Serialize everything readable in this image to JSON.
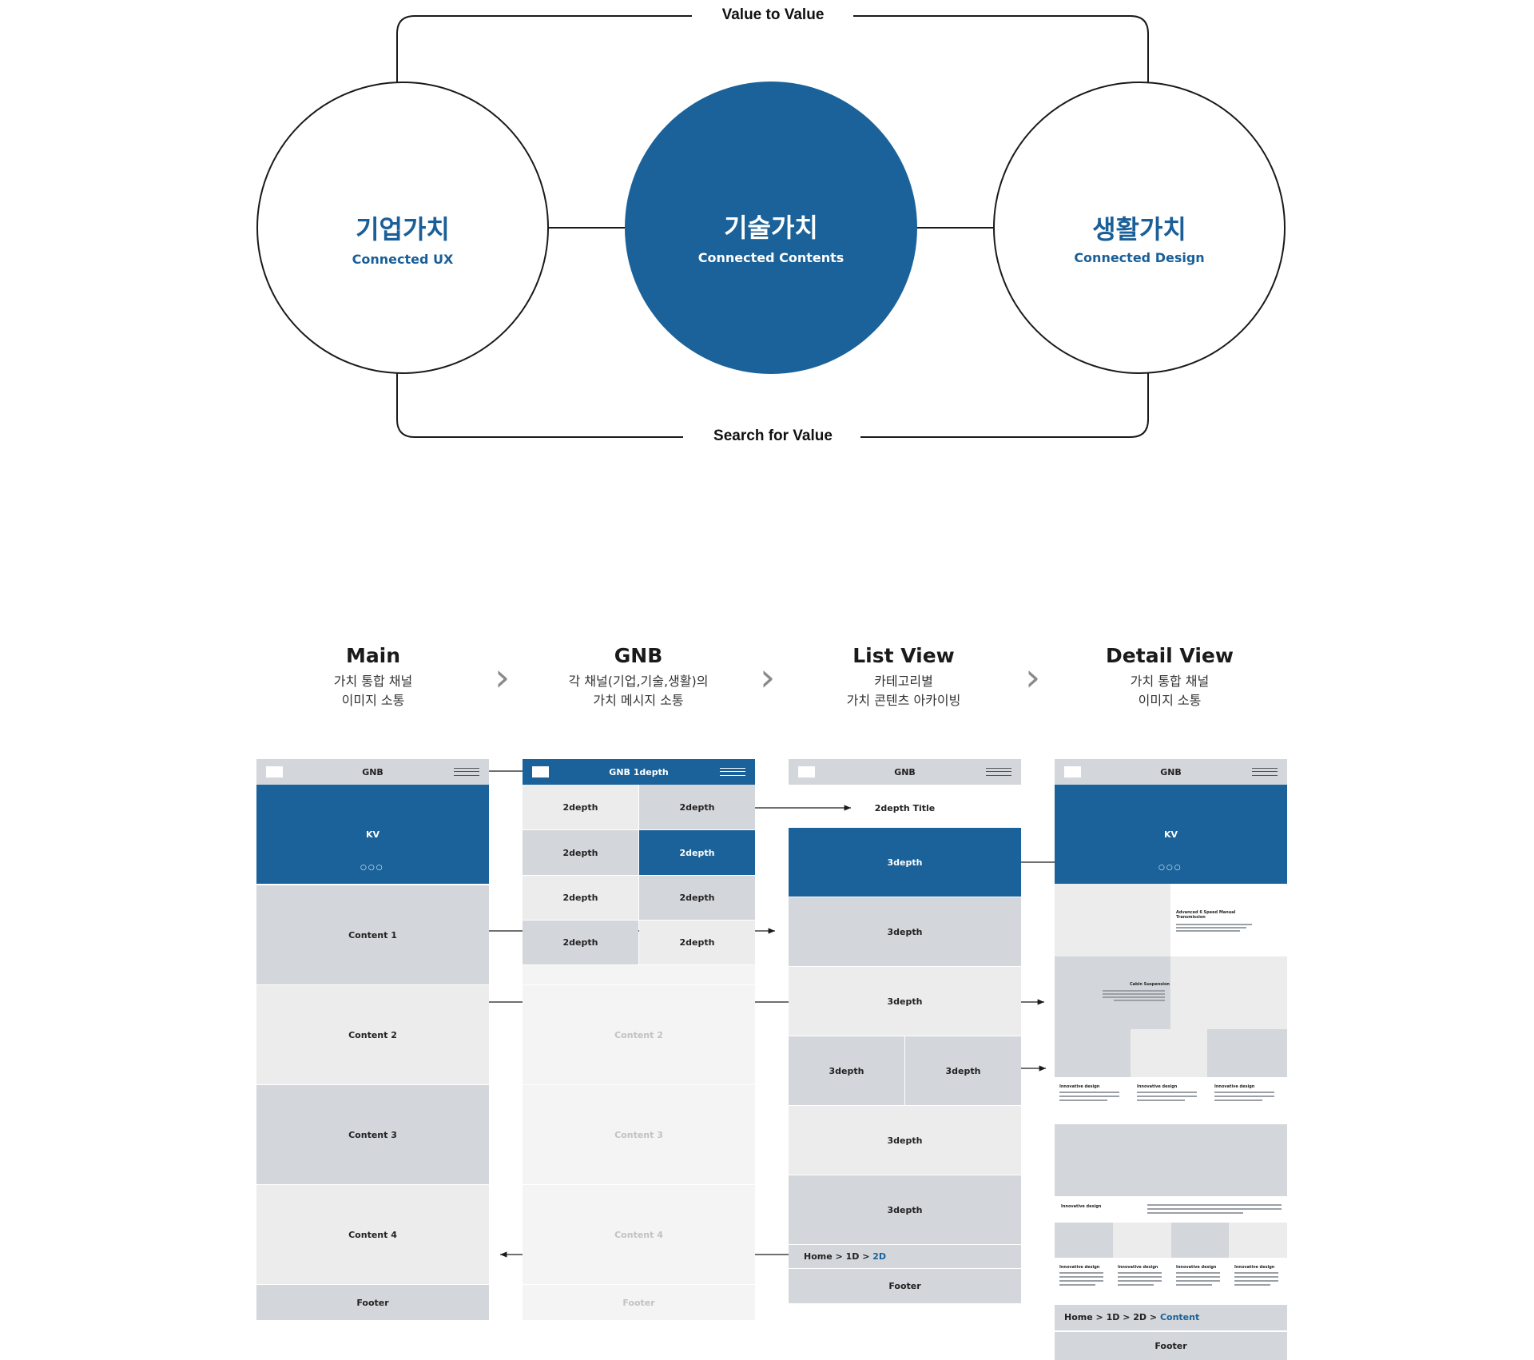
{
  "value_loop": {
    "top_label": "Value to Value",
    "bottom_label": "Search for Value",
    "circles": [
      {
        "title": "기업가치",
        "subtitle": "Connected UX"
      },
      {
        "title": "기술가치",
        "subtitle": "Connected Contents"
      },
      {
        "title": "생활가치",
        "subtitle": "Connected Design"
      }
    ]
  },
  "flow": {
    "steps": [
      {
        "title": "Main",
        "desc1": "가치 통합 채널",
        "desc2": "이미지 소통"
      },
      {
        "title": "GNB",
        "desc1": "각 채널(기업,기술,생활)의",
        "desc2": "가치 메시지 소통"
      },
      {
        "title": "List View",
        "desc1": "카테고리별",
        "desc2": "가치 콘텐츠 아카이빙"
      },
      {
        "title": "Detail View",
        "desc1": "가치 통합 채널",
        "desc2": "이미지 소통"
      }
    ]
  },
  "wireframes": {
    "main": {
      "gnb": "GNB",
      "kv": "KV",
      "dots": "○○○",
      "content1": "Content 1",
      "content2": "Content 2",
      "content3": "Content 3",
      "content4": "Content 4",
      "footer": "Footer"
    },
    "gnb": {
      "header": "GNB 1depth",
      "depth2": "2depth",
      "content2": "Content 2",
      "content3": "Content 3",
      "content4": "Content 4",
      "footer": "Footer"
    },
    "list": {
      "gnb": "GNB",
      "title": "2depth Title",
      "depth3": "3depth",
      "breadcrumb": {
        "home": "Home",
        "sep": " > ",
        "d1": "1D",
        "d2": "2D"
      },
      "footer": "Footer"
    },
    "detail": {
      "gnb": "GNB",
      "kv": "KV",
      "dots": "○○○",
      "feature1": "Advanced 6 Speed Manual Transmission",
      "feature2": "Cabin Suspension",
      "innovative": "Innovative design",
      "breadcrumb": {
        "home": "Home",
        "sep": " > ",
        "d1": "1D",
        "d2": "2D",
        "content": "Content"
      },
      "footer": "Footer"
    }
  },
  "colors": {
    "brand_blue": "#1a6299",
    "gray_dark": "#d3d6da",
    "gray_mid": "#ececec",
    "gray_light": "#f4f4f4"
  }
}
